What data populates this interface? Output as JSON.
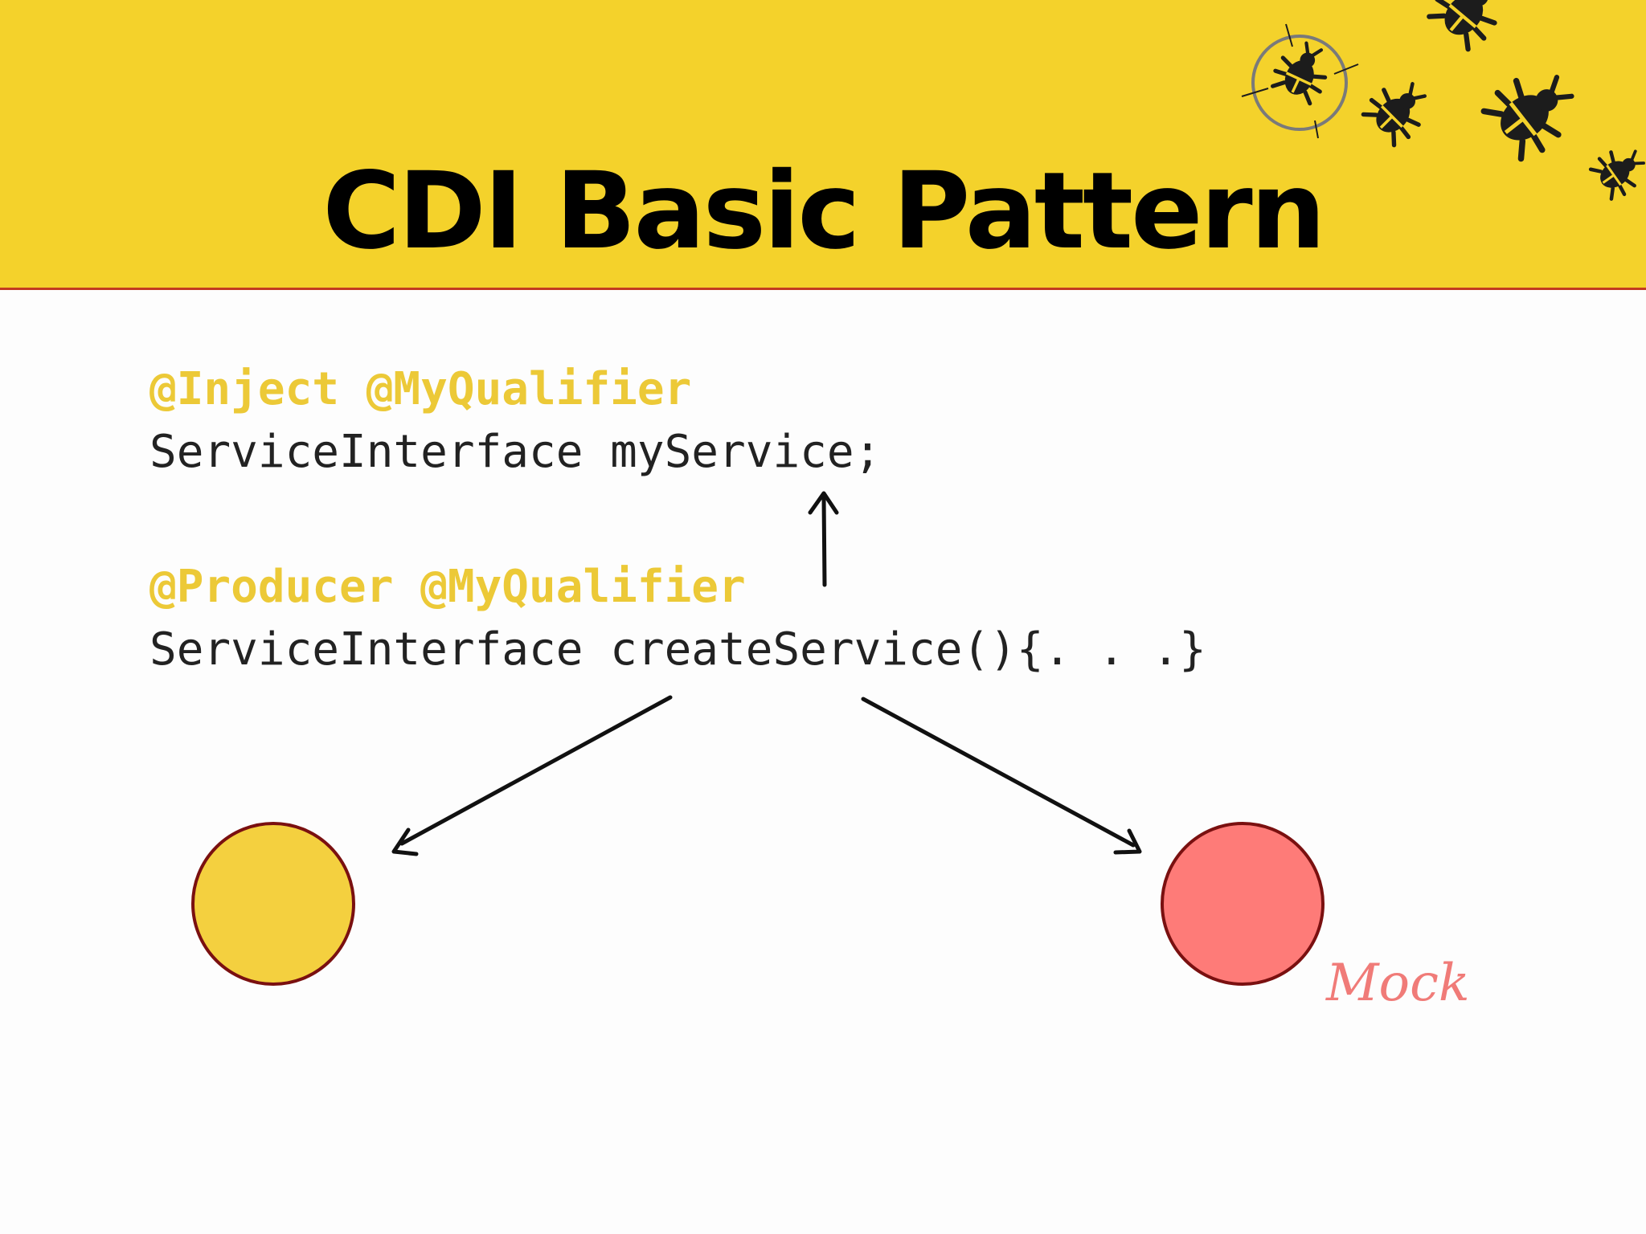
{
  "title": "CDI Basic Pattern",
  "code": {
    "inject_annotation": "@Inject @MyQualifier",
    "inject_declaration": "ServiceInterface myService;",
    "producer_annotation": "@Producer @MyQualifier",
    "producer_declaration": "ServiceInterface createService(){. . .}"
  },
  "diagram": {
    "left_node_color": "#f4d03f",
    "right_node_color": "#fe7b78",
    "right_node_label": "Mock"
  },
  "colors": {
    "header_background": "#f4d22b",
    "annotation_text": "#ecc937",
    "header_border": "#c23b20"
  },
  "icons": [
    "target-crosshair-icon",
    "bug-icon"
  ]
}
